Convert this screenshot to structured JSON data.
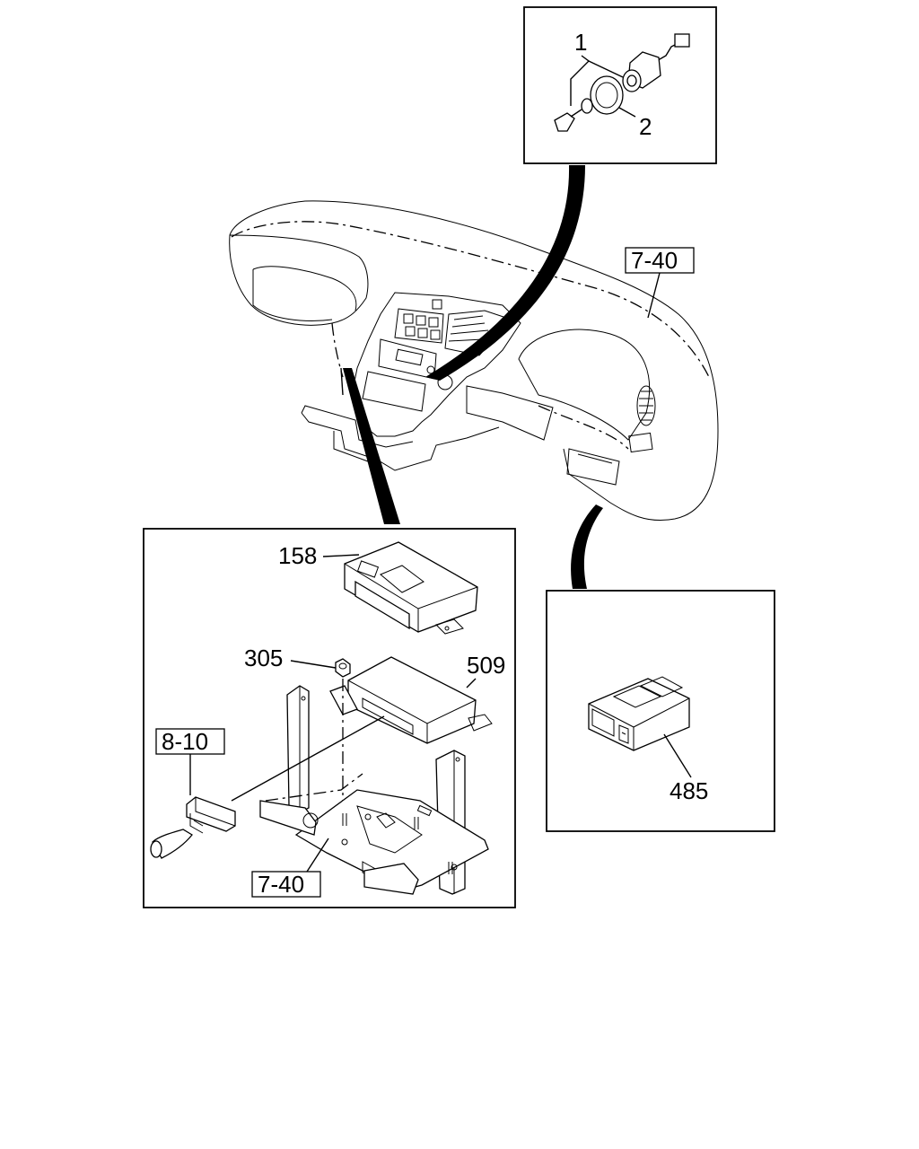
{
  "callouts": {
    "part_1": "1",
    "part_2": "2",
    "ref_dash": "7-40",
    "part_158": "158",
    "part_305": "305",
    "part_509": "509",
    "ref_harness": "8-10",
    "ref_bracket": "7-40",
    "part_485": "485"
  },
  "colors": {
    "line": "#000000",
    "background": "#ffffff"
  }
}
